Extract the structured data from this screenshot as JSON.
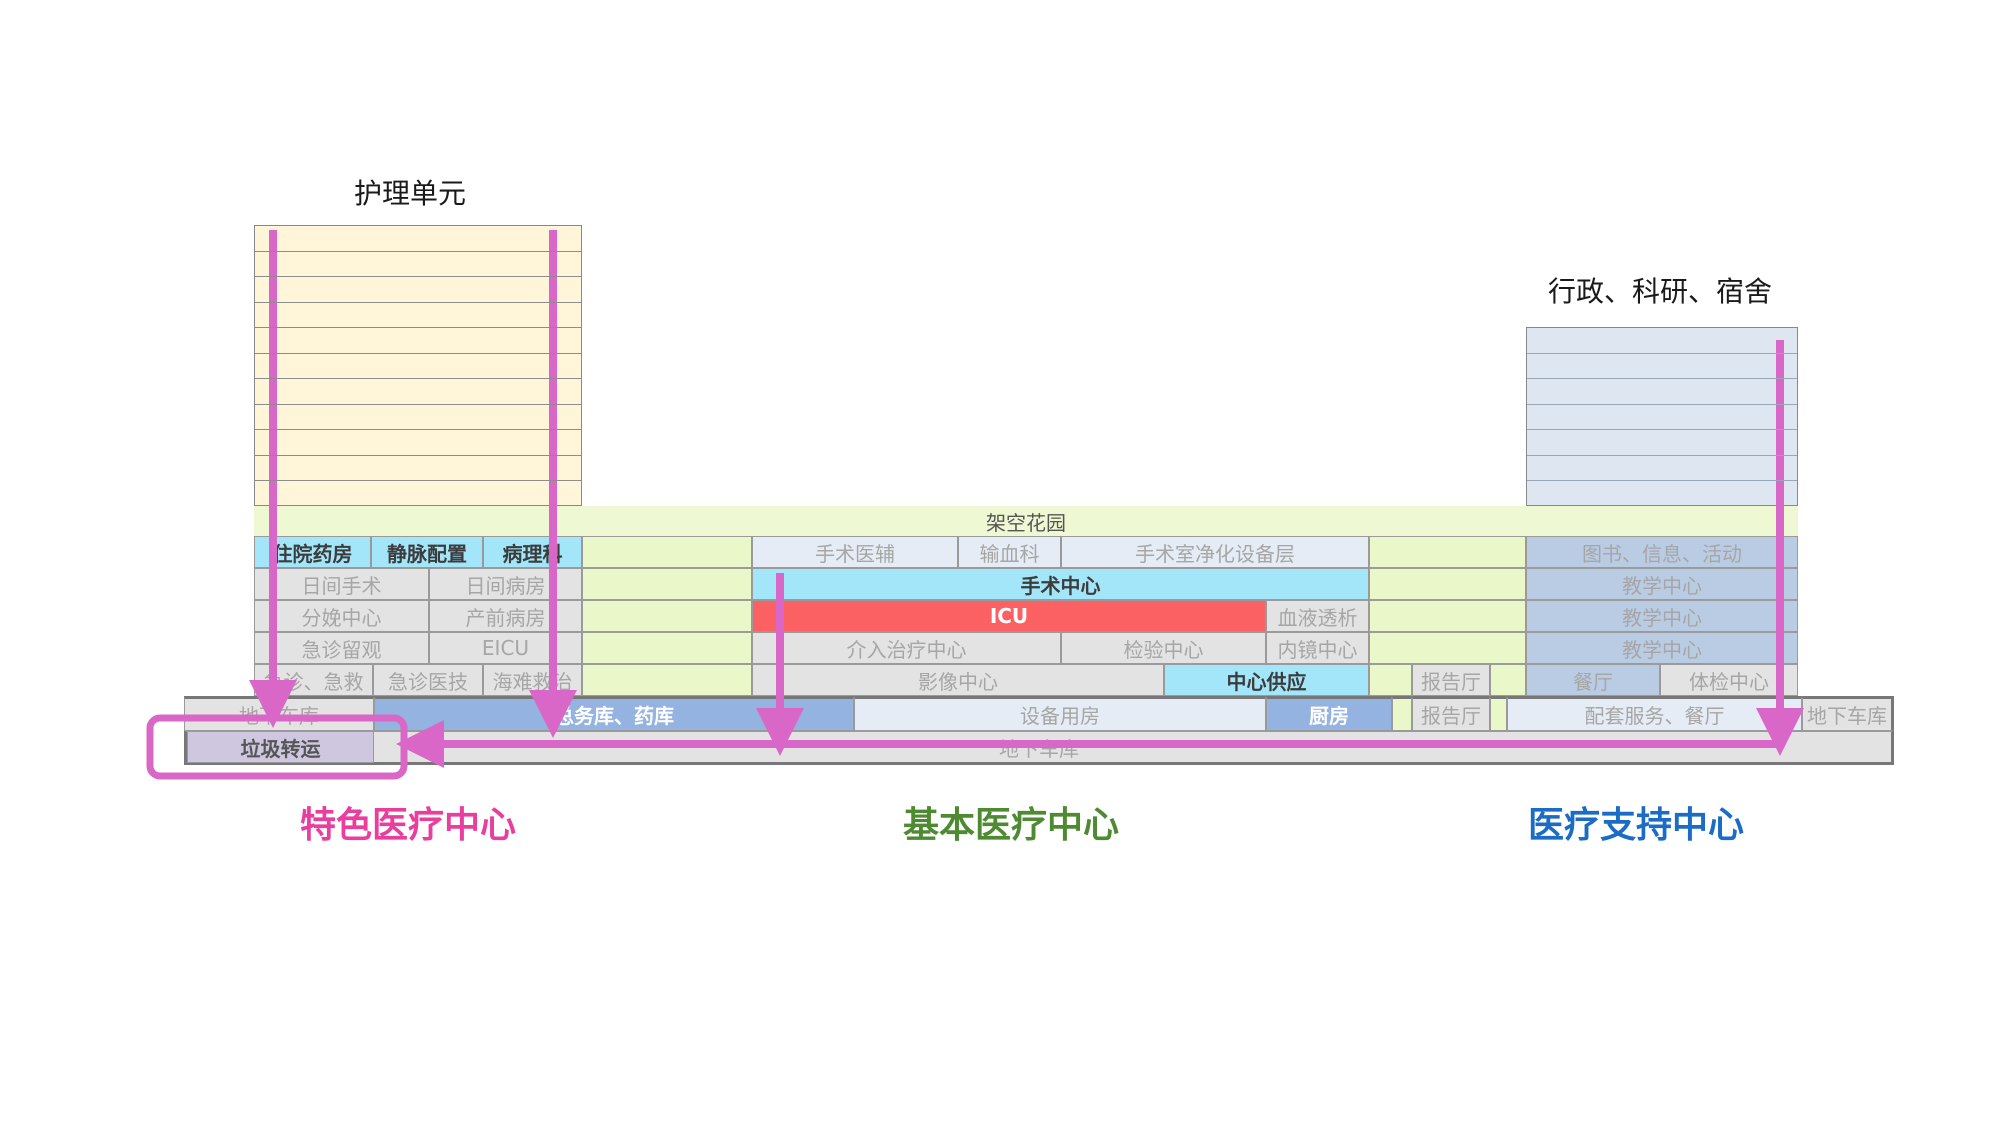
{
  "labels": {
    "nursing_unit": "护理单元",
    "admin_research_dorm": "行政、科研、宿舍",
    "sky_garden": "架空花园"
  },
  "captions": {
    "special": "特色医疗中心",
    "basic": "基本医疗中心",
    "support": "医疗支持中心"
  },
  "rooms": {
    "inpatient_pharmacy": "住院药房",
    "iv_admixture": "静脉配置",
    "pathology": "病理科",
    "surgery_aux": "手术医辅",
    "transfusion": "输血科",
    "or_purification_floor": "手术室净化设备层",
    "library_info_activity": "图书、信息、活动",
    "day_surgery": "日间手术",
    "day_ward": "日间病房",
    "surgery_center": "手术中心",
    "teaching_center_1": "教学中心",
    "delivery_center": "分娩中心",
    "prenatal_ward": "产前病房",
    "icu": "ICU",
    "hemodialysis": "血液透析",
    "teaching_center_2": "教学中心",
    "er_observation": "急诊留观",
    "eicu": "EICU",
    "interventional_center": "介入治疗中心",
    "lab_center": "检验中心",
    "endoscopy_center": "内镜中心",
    "teaching_center_3": "教学中心",
    "er_rescue": "急诊、急救",
    "er_medtech": "急诊医技",
    "maritime_rescue": "海难救治",
    "imaging_center": "影像中心",
    "central_supply": "中心供应",
    "lecture_hall_1": "报告厅",
    "canteen": "餐厅",
    "health_check_center": "体检中心",
    "underground_garage_left": "地下车库",
    "general_storage_pharmacy": "总务库、药库",
    "equipment_rooms": "设备用房",
    "kitchen": "厨房",
    "lecture_hall_2": "报告厅",
    "support_services_canteen": "配套服务、餐厅",
    "underground_garage_right": "地下车库",
    "garbage_transfer": "垃圾转运",
    "underground_garage_b2": "地下车库"
  },
  "colors": {
    "flow_arrow": "#d967c7",
    "highlight_box": "#d967c7",
    "caption_special": "#e83f9e",
    "caption_basic": "#4e8a32",
    "caption_support": "#1b6cc4",
    "nursing_tower": "#fff5d8",
    "admin_tower": "#dde6f1",
    "sky_garden": "#eef8d3"
  },
  "icons": {
    "flow_arrows": "arrow-down-icon",
    "horizontal_flow": "arrow-left-icon"
  }
}
